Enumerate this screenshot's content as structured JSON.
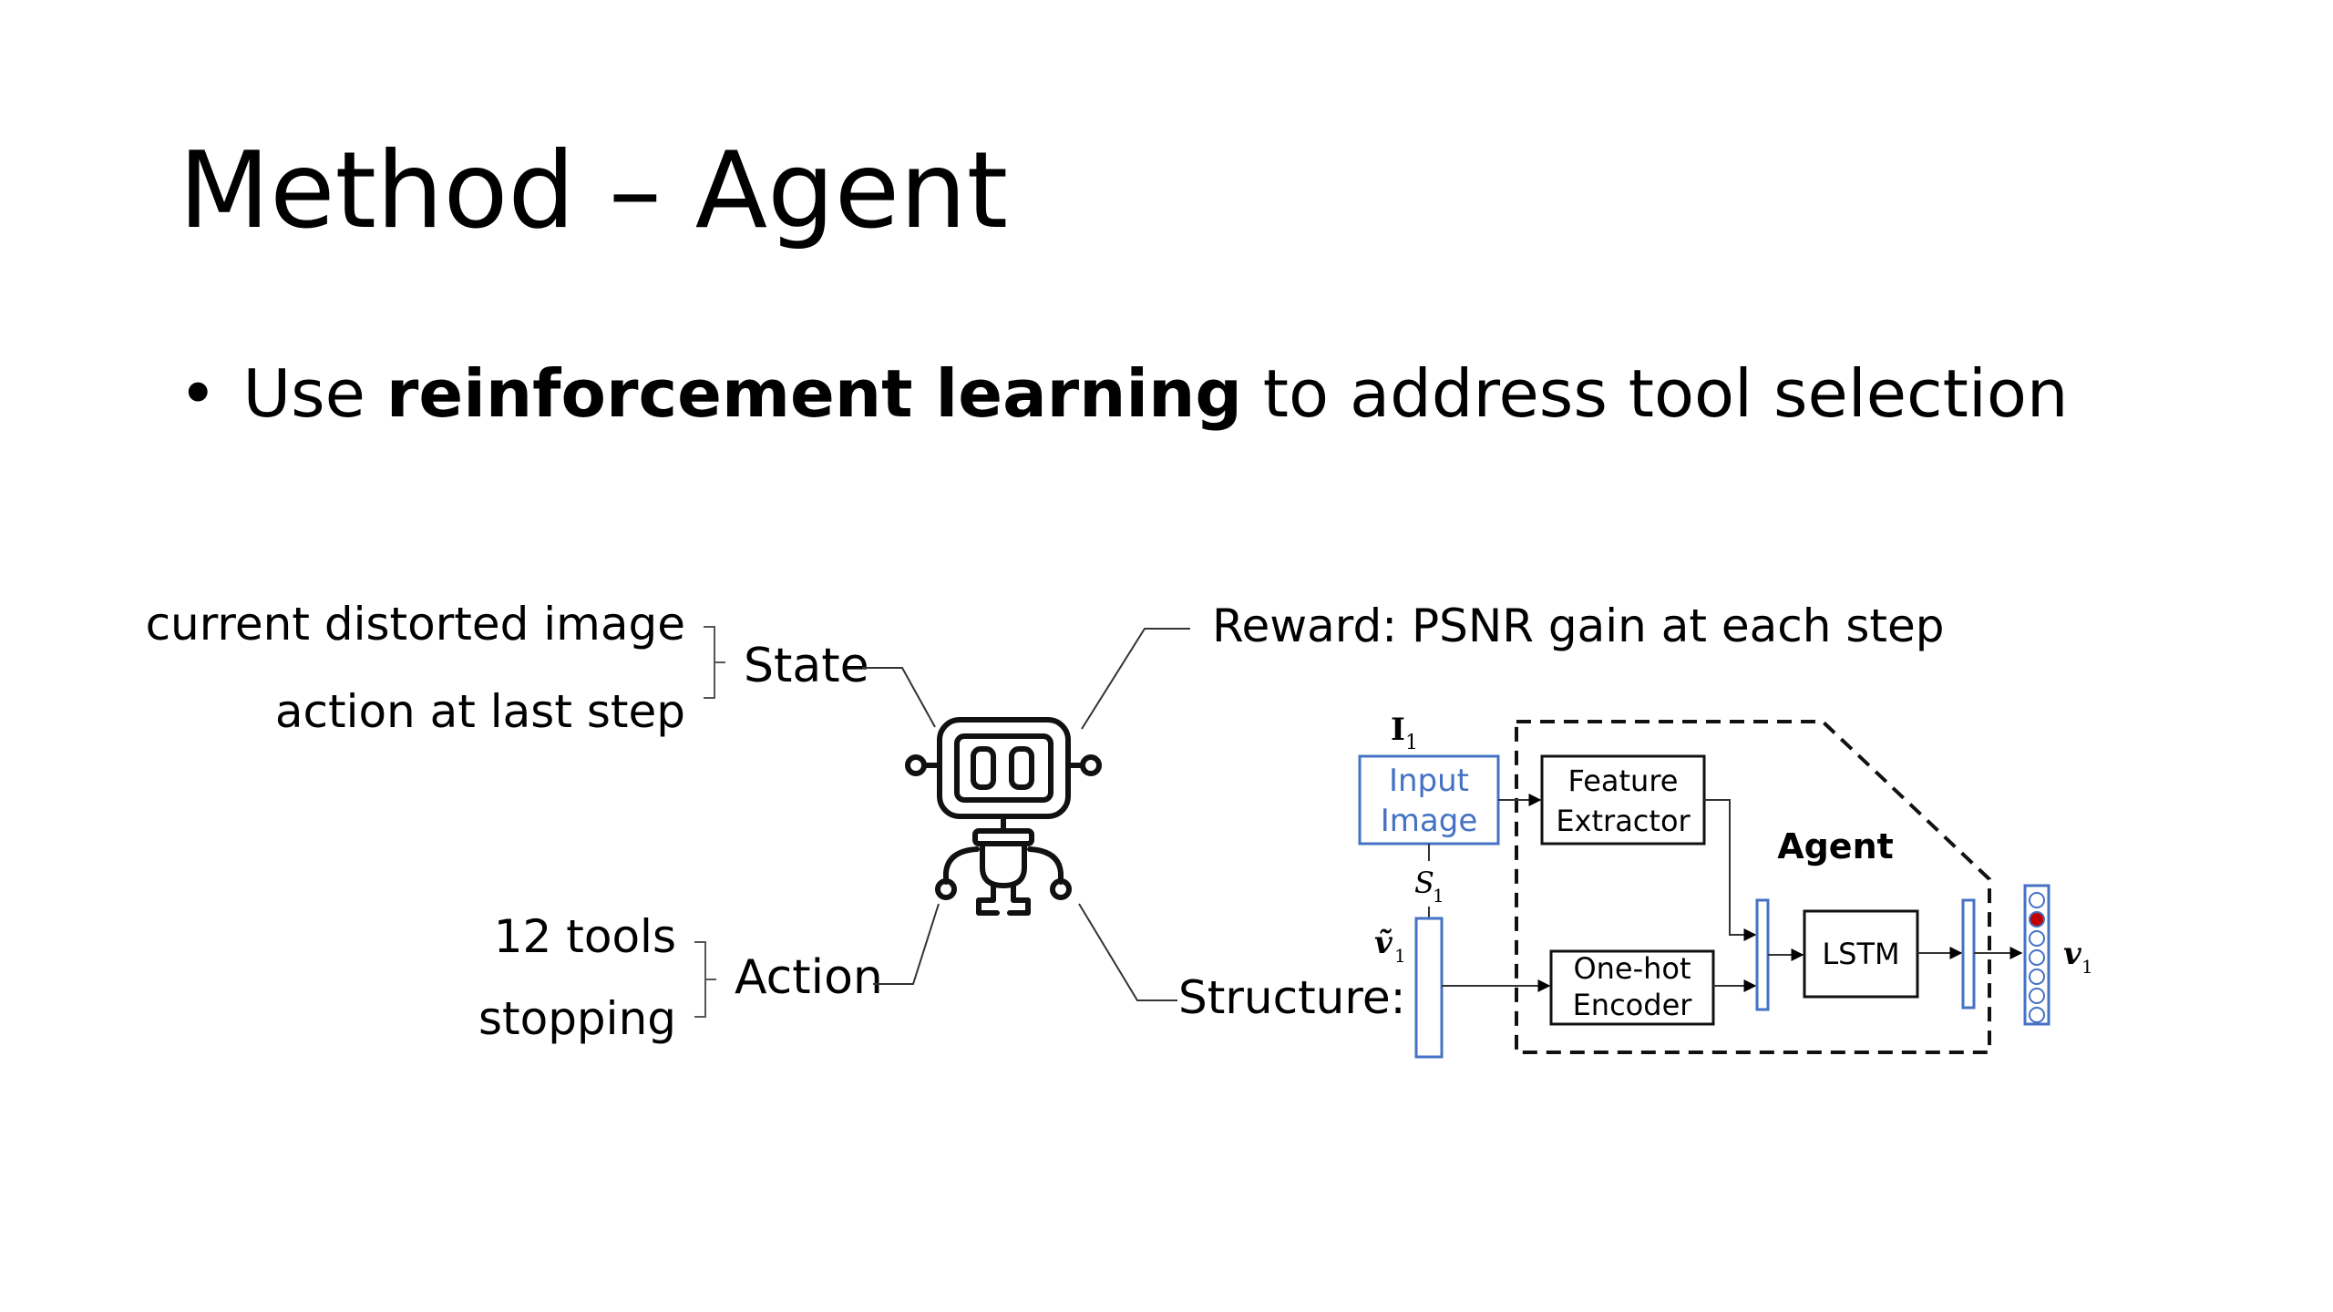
{
  "slide": {
    "title": "Method – Agent",
    "bullet": {
      "prefix": "Use ",
      "emphasis": "reinforcement learning",
      "suffix": " to address tool selection"
    }
  },
  "diagram": {
    "state": {
      "label": "State",
      "items": [
        "current distorted image",
        "action at last step"
      ]
    },
    "action": {
      "label": "Action",
      "items": [
        "12 tools",
        "stopping"
      ]
    },
    "reward": "Reward: PSNR gain at each step",
    "structure": "Structure:",
    "robot_icon": "robot-icon",
    "network": {
      "input_symbol": "I",
      "input_subscript": "1",
      "input_box": [
        "Input",
        "Image"
      ],
      "state_symbol": "S",
      "state_subscript": "1",
      "vtilde_symbol": "ṽ",
      "vtilde_subscript": "1",
      "feature_extractor": [
        "Feature",
        "Extractor"
      ],
      "onehot_encoder": [
        "One-hot",
        "Encoder"
      ],
      "agent_label": "Agent",
      "lstm_label": "LSTM",
      "output_symbol": "v",
      "output_subscript": "1",
      "selected_output_index": 1,
      "output_count": 7
    },
    "colors": {
      "input_blue": "#4472c4",
      "selected_red": "#c00000",
      "line_gray": "#333333"
    }
  }
}
